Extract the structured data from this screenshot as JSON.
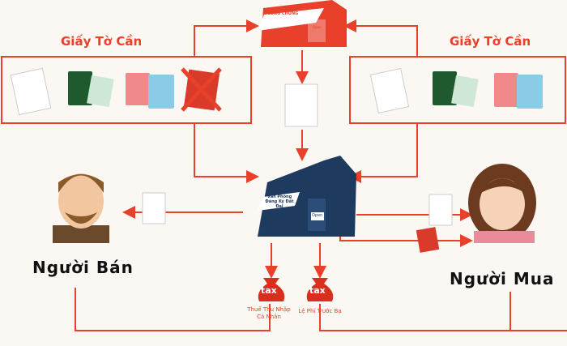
{
  "left_docs_label": "Giấy Tờ Cần",
  "right_docs_label": "Giấy Tờ Cần",
  "notary_office": {
    "sign": "CÔNG CHỨNG",
    "door_sign": "Open"
  },
  "land_office": {
    "sign_line1": "Văn Phòng",
    "sign_line2": "Đăng Ký Đất Đai",
    "door_sign": "Open"
  },
  "seller": "Người Bán",
  "buyer": "Người Mua",
  "tax_bags": [
    {
      "text": "tax",
      "caption": "Thuế Thu Nhập Cá Nhân"
    },
    {
      "text": "tax",
      "caption": "Lệ Phí Trước Bạ"
    }
  ],
  "colors": {
    "accent": "#e8402a",
    "office": "#1e3a5f",
    "background": "#fbf8f3"
  }
}
